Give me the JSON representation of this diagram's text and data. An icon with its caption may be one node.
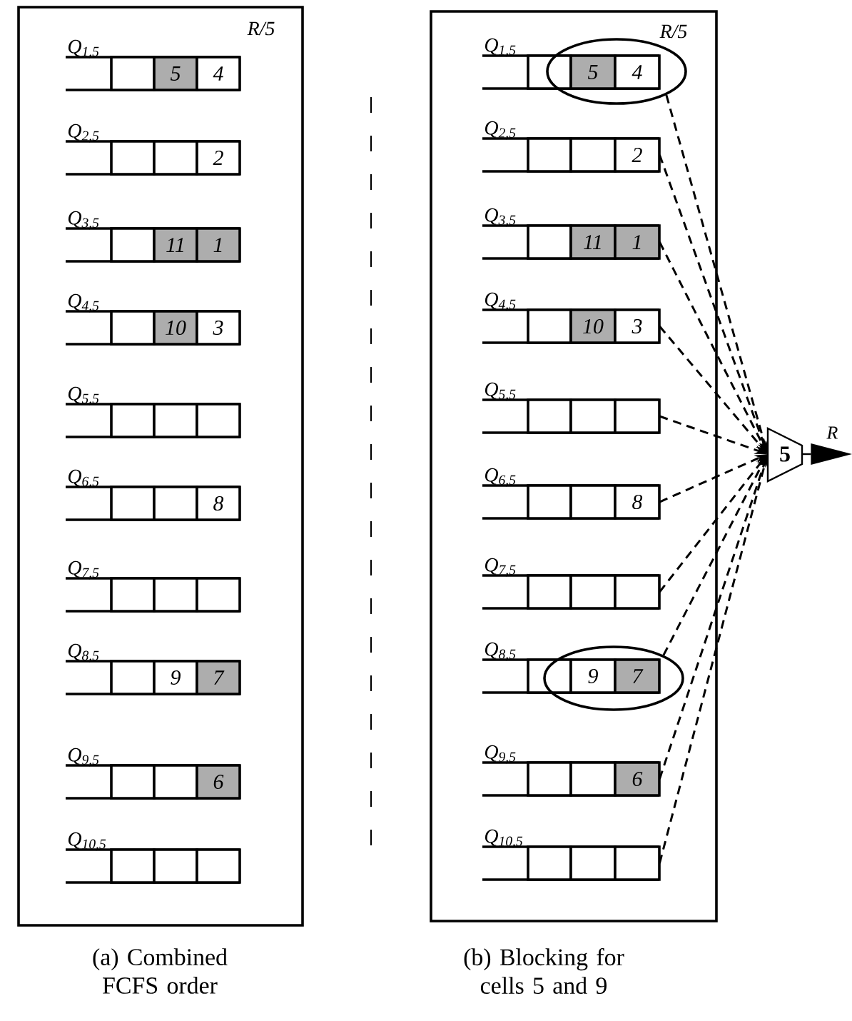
{
  "diagram": {
    "nodes": [
      {
        "text": [
          "R/5"
        ]
      },
      {
        "text": [
          "Q$_{1,5}$"
        ],
        "in": 0
      },
      {
        "text": [],
        "shape": "box",
        "in": 1
      },
      {
        "text": [
          "5"
        ],
        "in": 1
      },
      {
        "text": [
          "4"
        ],
        "in": 1
      },
      {
        "text": [
          "Q$_{2,5}$"
        ],
        "in": 0
      },
      {
        "text": [],
        "shape": "box",
        "in": 5
      },
      {
        "text": [],
        "shape": "box",
        "in": 5
      },
      {
        "text": [
          "2"
        ],
        "in": 5
      },
      {
        "text": [
          "Q$_{3,5}$"
        ],
        "in": 0
      },
      {
        "text": [],
        "shape": "box",
        "in": 9
      },
      {
        "text": [
          "11"
        ],
        "in": 9
      },
      {
        "text": [
          "1"
        ],
        "in": 9
      },
      {
        "text": [
          "Q$_{4,5}$"
        ],
        "in": 0
      },
      {
        "text": [],
        "shape": "box",
        "in": 13
      },
      {
        "text": [
          "10"
        ],
        "in": 13
      },
      {
        "text": [
          "3"
        ],
        "in": 13
      },
      {
        "text": [
          "Q$_{5,5}$"
        ],
        "in": 0
      },
      {
        "text": [],
        "shape": "box",
        "in": 17
      },
      {
        "text": [],
        "shape": "box",
        "in": 17
      },
      {
        "text": [],
        "shape": "box",
        "in": 17
      },
      {
        "text": [
          "Q$_{6,5}$"
        ],
        "in": 0
      },
      {
        "text": [],
        "shape": "box",
        "in": 21
      },
      {
        "text": [],
        "shape": "box",
        "in": 21
      },
      {
        "text": [
          "8"
        ],
        "in": 21
      },
      {
        "text": [
          "Q$_{7,5}$"
        ],
        "in": 0
      },
      {
        "text": [],
        "shape": "box",
        "in": 25
      },
      {
        "text": [],
        "shape": "box",
        "in": 25
      },
      {
        "text": [],
        "shape": "box",
        "in": 25
      },
      {
        "text": [
          "Q$_{8,5}$"
        ],
        "in": 0
      },
      {
        "text": [],
        "shape": "box",
        "in": 29
      },
      {
        "text": [
          "9"
        ],
        "in": 29
      },
      {
        "text": [
          "7"
        ],
        "in": 29
      },
      {
        "text": [
          "Q$_{9,5}$"
        ],
        "in": 0
      },
      {
        "text": [],
        "shape": "box",
        "in": 33
      },
      {
        "text": [],
        "shape": "box",
        "in": 33
      },
      {
        "text": [
          "6"
        ],
        "in": 33
      },
      {
        "text": [
          "Q$_{10,5}$"
        ],
        "in": 0
      },
      {
        "text": [],
        "shape": "box",
        "in": 37
      },
      {
        "text": [],
        "shape": "box",
        "in": 37
      },
      {
        "text": [],
        "shape": "box",
        "in": 37
      },
      {
        "text": [
          "R/5"
        ]
      },
      {
        "text": [
          "Q$_{1,5}$"
        ],
        "in": 41
      },
      {
        "text": [],
        "shape": "box",
        "in": 42
      },
      {
        "text": [
          "5"
        ]
      },
      {
        "text": [
          "4"
        ]
      },
      {
        "text": [
          "Q$_{2,5}$"
        ],
        "in": 41
      },
      {
        "text": [],
        "shape": "box",
        "in": 46
      },
      {
        "text": [],
        "shape": "box",
        "in": 46
      },
      {
        "text": [
          "2"
        ],
        "in": 46
      },
      {
        "text": [
          "Q$_{3,5}$"
        ],
        "in": 41
      },
      {
        "text": [],
        "shape": "box",
        "in": 50
      },
      {
        "text": [
          "11"
        ],
        "in": 50
      },
      {
        "text": [
          "1"
        ],
        "in": 50
      },
      {
        "text": [
          "Q$_{4,5}$"
        ],
        "in": 41
      },
      {
        "text": [],
        "shape": "box",
        "in": 54
      },
      {
        "text": [
          "10"
        ],
        "in": 54
      },
      {
        "text": [
          "3"
        ],
        "in": 54
      },
      {
        "text": [
          "Q$_{5,5}$"
        ],
        "in": 41
      },
      {
        "text": [],
        "shape": "box",
        "in": 58
      },
      {
        "text": [],
        "shape": "box",
        "in": 58
      },
      {
        "text": [],
        "shape": "box",
        "in": 58
      },
      {
        "text": [
          "Q$_{6,5}$"
        ],
        "in": 41
      },
      {
        "text": [],
        "shape": "box",
        "in": 62
      },
      {
        "text": [],
        "shape": "box",
        "in": 62
      },
      {
        "text": [
          "8"
        ],
        "in": 62
      },
      {
        "text": [
          "Q$_{7,5}$"
        ],
        "in": 41
      },
      {
        "text": [],
        "shape": "box",
        "in": 66
      },
      {
        "text": [],
        "shape": "box",
        "in": 66
      },
      {
        "text": [],
        "shape": "box",
        "in": 66
      },
      {
        "text": [
          "Q$_{8,5}$"
        ],
        "in": 41
      },
      {
        "text": [],
        "shape": "box",
        "in": 70
      },
      {
        "text": [
          "9"
        ]
      },
      {
        "text": [
          "7"
        ]
      },
      {
        "text": [
          "Q$_{9,5}$"
        ],
        "in": 41
      },
      {
        "text": [],
        "shape": "box",
        "in": 74
      },
      {
        "text": [],
        "shape": "box",
        "in": 74
      },
      {
        "text": [
          "6"
        ],
        "in": 74
      },
      {
        "text": [
          "Q$_{10,5}$"
        ],
        "in": 41
      },
      {
        "text": [],
        "shape": "box",
        "in": 78
      },
      {
        "text": [],
        "shape": "box",
        "in": 78
      },
      {
        "text": [],
        "shape": "box",
        "in": 78
      },
      {
        "text": [],
        "shape": "ellipse",
        "in": 41
      },
      {
        "text": [],
        "shape": "ellipse",
        "in": 41
      },
      {
        "text": [
          "5"
        ]
      }
    ],
    "edges": [
      {
        "from": 82,
        "to": 84,
        "arrow": "to",
        "style": "dashed"
      },
      {
        "from": 46,
        "to": 84,
        "arrow": "to",
        "style": "dashed"
      },
      {
        "from": 50,
        "to": 84,
        "arrow": "to",
        "style": "dashed"
      },
      {
        "from": 54,
        "to": 84,
        "arrow": "to",
        "style": "dashed"
      },
      {
        "from": 58,
        "to": 84,
        "arrow": "to",
        "style": "dashed"
      },
      {
        "from": 62,
        "to": 84,
        "arrow": "to",
        "style": "dashed"
      },
      {
        "from": 66,
        "to": 84,
        "arrow": "to",
        "style": "dashed"
      },
      {
        "from": 83,
        "to": 84,
        "arrow": "to",
        "style": "dashed"
      },
      {
        "from": 74,
        "to": 84,
        "arrow": "to",
        "style": "dashed"
      },
      {
        "from": 78,
        "to": 84,
        "arrow": "to",
        "style": "dashed"
      },
      {
        "from": 84,
        "to": null,
        "arrow": "to",
        "label": "R"
      }
    ],
    "labels": [
      "(a) Combined FCFS order",
      "(b) Blocking for cells 5 and 9"
    ]
  }
}
